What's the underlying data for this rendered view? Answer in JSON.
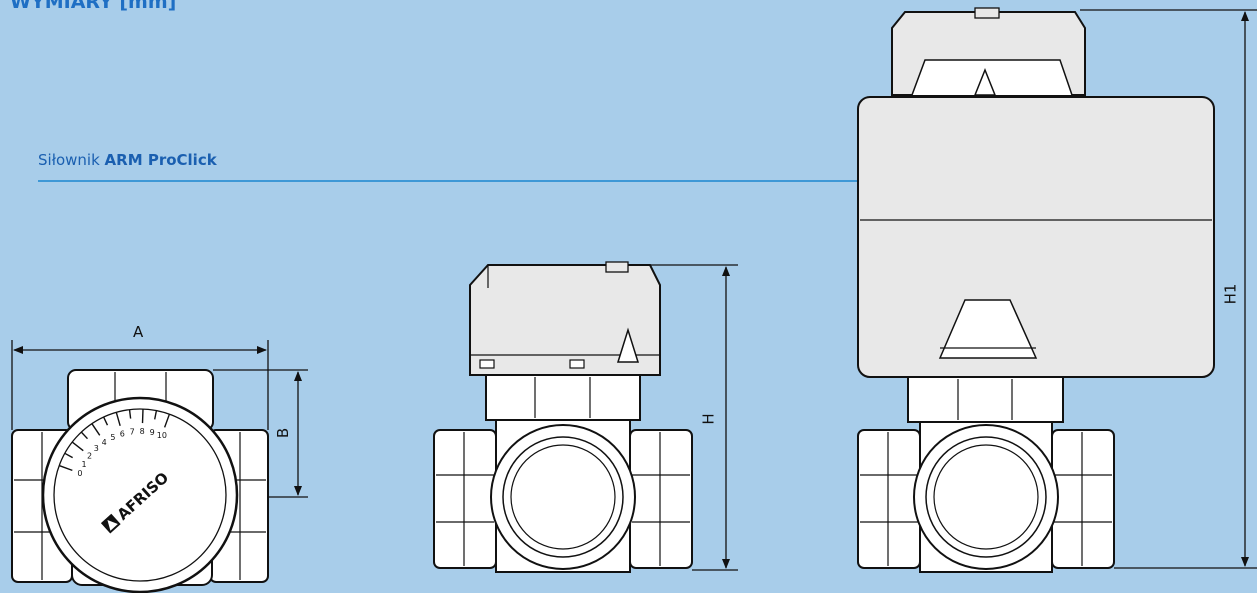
{
  "title": "WYMIARY [mm]",
  "callout": {
    "prefix": "Siłownik ",
    "product": "ARM ProClick"
  },
  "dimensions": {
    "a": "A",
    "b": "B",
    "h": "H",
    "h1": "H1"
  },
  "dial": {
    "ticks": [
      "0",
      "1",
      "2",
      "3",
      "4",
      "5",
      "6",
      "7",
      "8",
      "9",
      "10"
    ],
    "brand": "AFRISO"
  },
  "colors": {
    "background": "#a8cdea",
    "accent": "#1f6fc4",
    "leader": "#1a86d0",
    "line": "#111111",
    "body_fill": "#ffffff",
    "actuator_fill": "#e8e8e8"
  }
}
